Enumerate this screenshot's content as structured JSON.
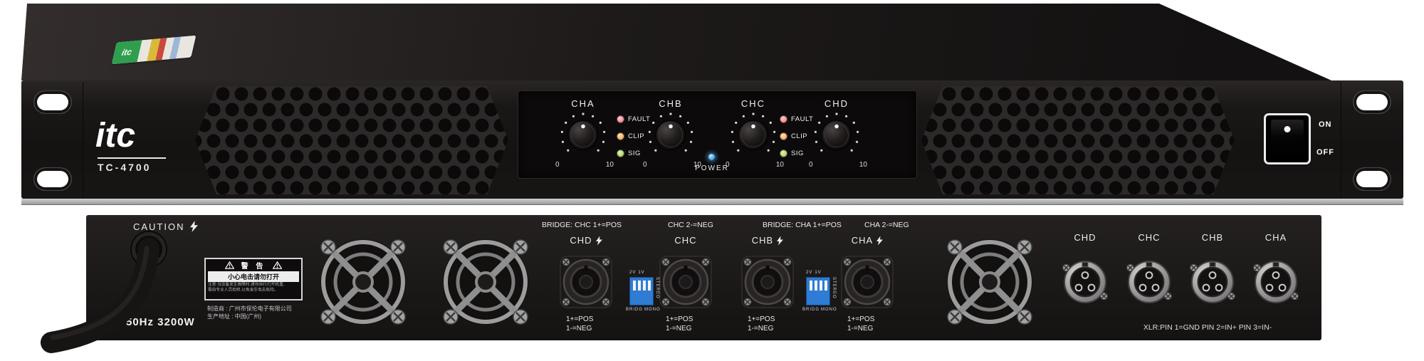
{
  "brand": "itc",
  "model": "TC-4700",
  "colors": {
    "fault_led": "#f0959c",
    "clip_led": "#f5b469",
    "sig_led": "#b8d774",
    "power_led": "#4fa8e8",
    "dip_switch_blue": "#2e7cd4",
    "chassis": "#1a1717"
  },
  "front": {
    "channels": [
      {
        "label": "CHA",
        "min": "0",
        "max": "10"
      },
      {
        "label": "CHB",
        "min": "0",
        "max": "10"
      },
      {
        "label": "CHC",
        "min": "0",
        "max": "10"
      },
      {
        "label": "CHD",
        "min": "0",
        "max": "10"
      }
    ],
    "leds": [
      {
        "label": "FAULT"
      },
      {
        "label": "CLIP"
      },
      {
        "label": "SIG"
      }
    ],
    "power_label": "POWER",
    "switch_on": "ON",
    "switch_off": "OFF"
  },
  "rear": {
    "caution": "CAUTION",
    "power_rating": "50Hz 3200W",
    "bridge_groups": [
      {
        "left": "BRIDGE: CHC 1+=POS",
        "right": "CHC 2-=NEG"
      },
      {
        "left": "BRIDGE: CHA 1+=POS",
        "right": "CHA 2-=NEG"
      }
    ],
    "speakons": [
      {
        "label": "CHD",
        "pos": "1+=POS",
        "neg": "1-=NEG"
      },
      {
        "label": "CHC",
        "pos": "1+=POS",
        "neg": "1-=NEG"
      },
      {
        "label": "CHB",
        "pos": "1+=POS",
        "neg": "1-=NEG"
      },
      {
        "label": "CHA",
        "pos": "1+=POS",
        "neg": "1-=NEG"
      }
    ],
    "dip": {
      "v2": "2V",
      "v1": "1V",
      "stereo": "STEREO",
      "bridg": "BRIDG",
      "mono": "MONO"
    },
    "xlr_labels": [
      "CHD",
      "CHC",
      "CHB",
      "CHA"
    ],
    "xlr_note": "XLR:PIN 1=GND PIN 2=IN+ PIN 3=IN-",
    "warning": {
      "title": "警 告",
      "line": "小心电击请勿打开",
      "note1": "注意:当设备发生故障时,请勿自行打开机盖,",
      "note2": "需由专业人员检修,以免发生电击危险。"
    },
    "maker1": "制造商 : 广州市保伦电子有限公司",
    "maker2": "生产地址 : 中国(广州)"
  }
}
